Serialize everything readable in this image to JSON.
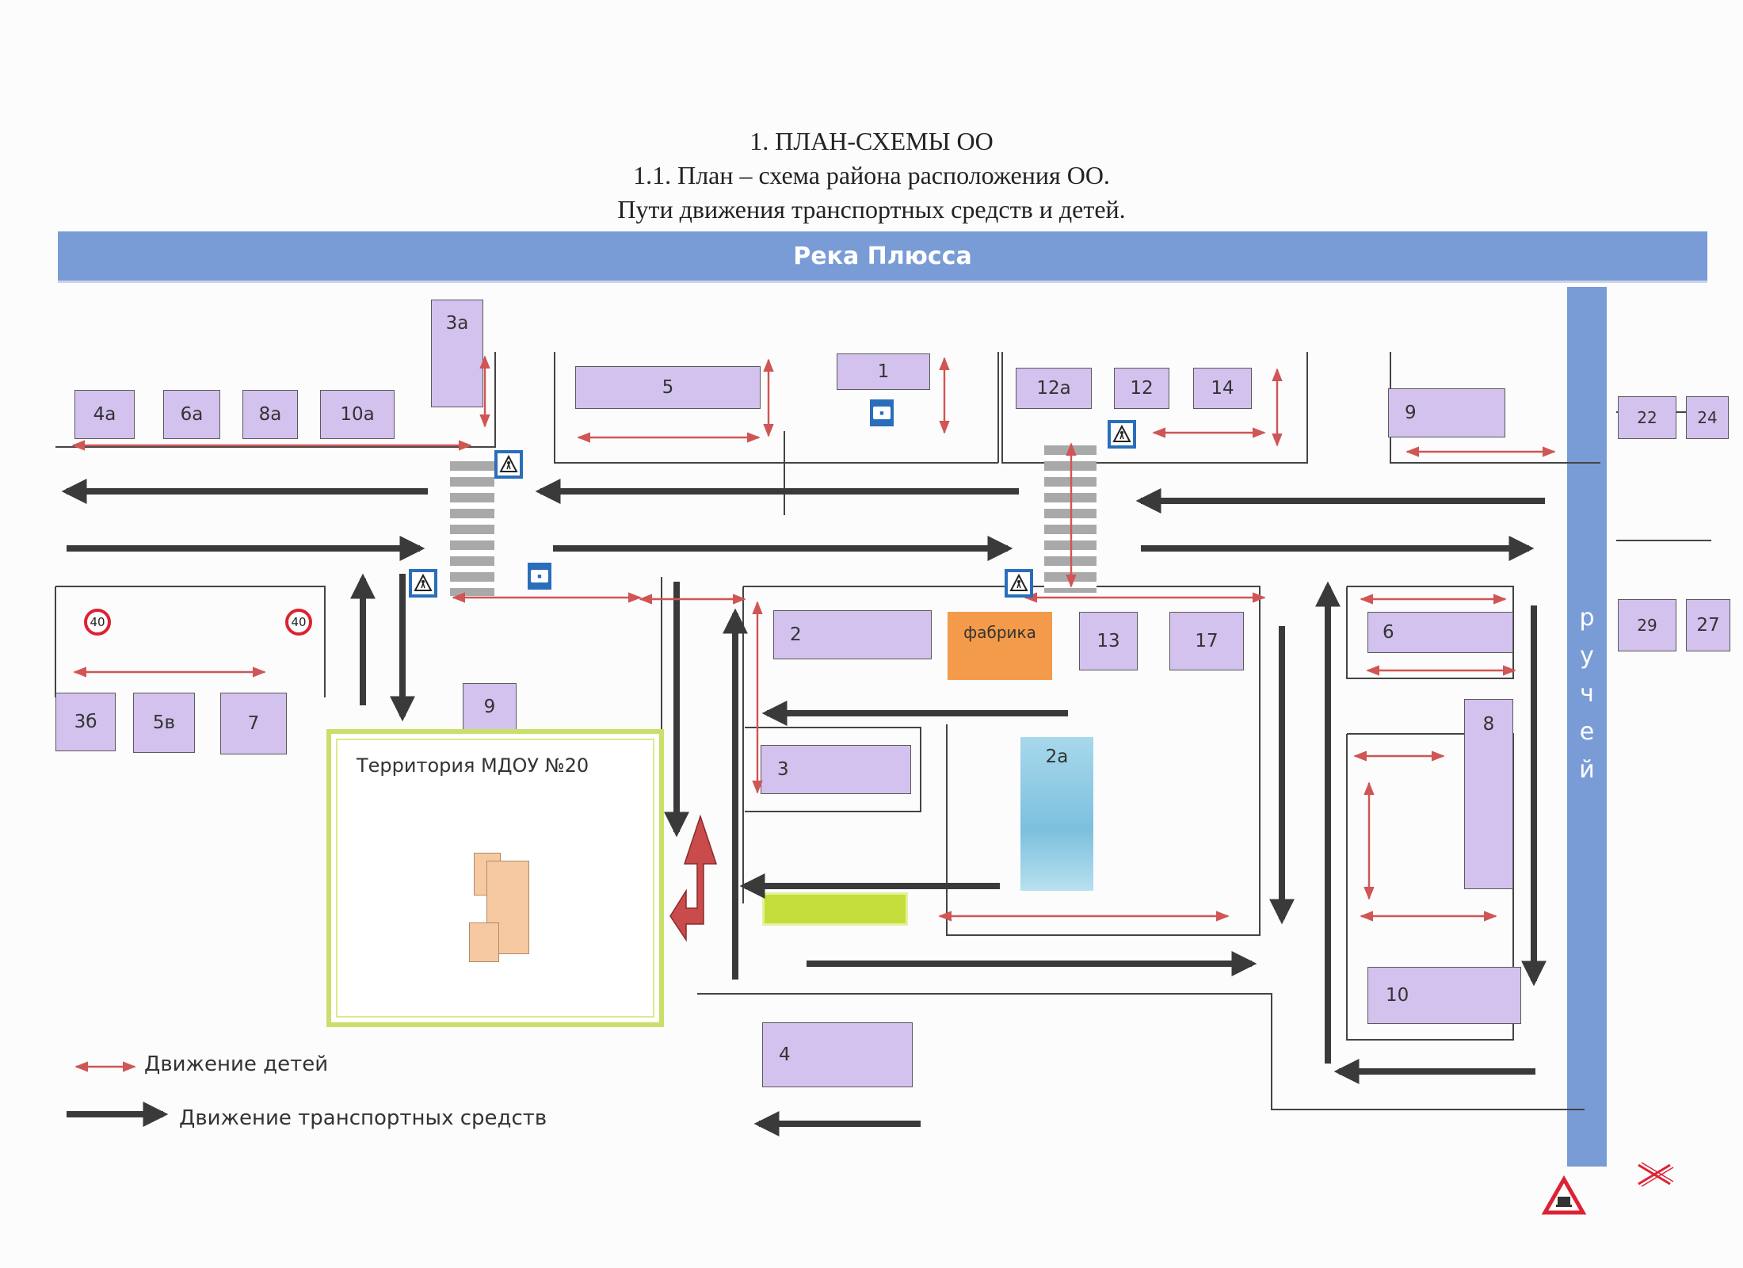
{
  "heading": {
    "line1": "1. ПЛАН-СХЕМЫ ОО",
    "line2": "1.1. План – схема района расположения ОО.",
    "line3": "Пути движения транспортных средств и детей."
  },
  "map": {
    "river_label": "Река Плюсса",
    "stream_letters": [
      "р",
      "у",
      "ч",
      "е",
      "й"
    ],
    "buildings": {
      "b3a": "3а",
      "b4a": "4а",
      "b6a": "6а",
      "b8a": "8а",
      "b10a": "10а",
      "b5": "5",
      "b1": "1",
      "b12a": "12а",
      "b12": "12",
      "b14": "14",
      "b9n": "9",
      "b22": "22",
      "b24": "24",
      "b29": "29",
      "b27": "27",
      "b3b": "3б",
      "b5v": "5в",
      "b7": "7",
      "b9s": "9",
      "b2": "2",
      "b13": "13",
      "b17": "17",
      "b6": "6",
      "b8": "8",
      "b3": "3",
      "b10": "10",
      "b4": "4",
      "b2a": "2а"
    },
    "factory_label": "фабрика",
    "territory_label": "Территория МДОУ №20",
    "speed_limit": "40"
  },
  "legend": {
    "children": "Движение детей",
    "vehicles": "Движение транспортных средств"
  },
  "colors": {
    "river": "#7a9cd6",
    "building": "#d3c1ee",
    "child_route": "#d05555",
    "vehicle_route": "#3a3a3a",
    "factory": "#f39b4a",
    "territory_border": "#c8e06a"
  }
}
